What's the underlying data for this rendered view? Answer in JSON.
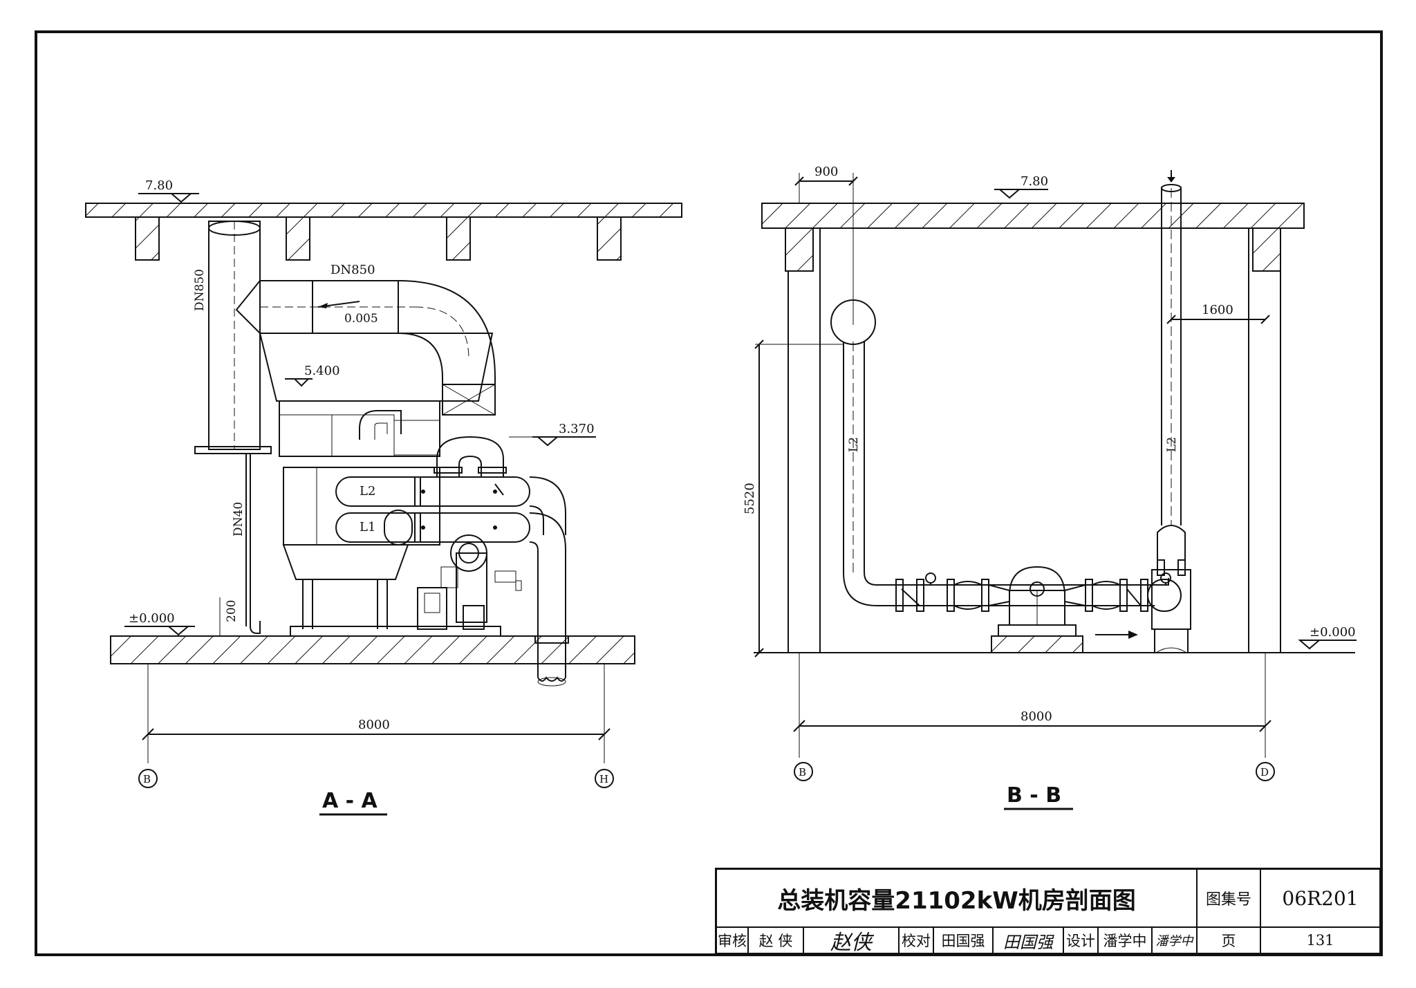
{
  "section_aa": {
    "caption": "A - A",
    "elev_top": "7.80",
    "elev_floor": "±0.000",
    "elev_mid": "5.400",
    "elev_side": "3.370",
    "pipe_main": "DN850",
    "pipe_vertical": "DN850",
    "slope": "0.005",
    "pipe_drain": "DN40",
    "dim_200": "200",
    "label_l1": "L1",
    "label_l2": "L2",
    "width_dim": "8000",
    "axis_left": "B",
    "axis_right": "H"
  },
  "section_bb": {
    "caption": "B - B",
    "elev_top": "7.80",
    "elev_floor": "±0.000",
    "dim_900": "900",
    "dim_1600": "1600",
    "dim_5520": "5520",
    "label_l2_left": "L2",
    "label_l2_right": "L2",
    "width_dim": "8000",
    "axis_left": "B",
    "axis_right": "D"
  },
  "title_block": {
    "title": "总装机容量21102kW机房剖面图",
    "atlas_label": "图集号",
    "atlas_no": "06R201",
    "review_label": "审核",
    "review_name": "赵 侠",
    "review_sign": "赵侠",
    "check_label": "校对",
    "check_name": "田国强",
    "check_sign": "田国强",
    "design_label": "设计",
    "design_name": "潘学中",
    "design_sign": "潘学中",
    "page_label": "页",
    "page_no": "131"
  }
}
